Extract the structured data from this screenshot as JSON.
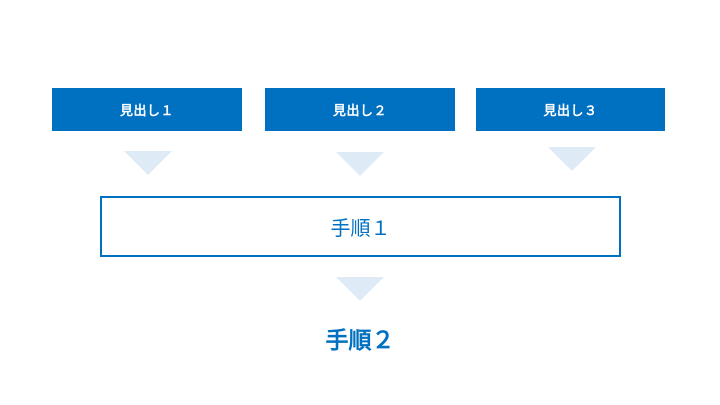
{
  "colors": {
    "accent": "#0070c0",
    "arrow": "#deebf7",
    "background": "#ffffff"
  },
  "headings": [
    {
      "label": "見出し１"
    },
    {
      "label": "見出し２"
    },
    {
      "label": "見出し３"
    }
  ],
  "steps": {
    "step1": "手順１",
    "step2": "手順２"
  },
  "icons": {
    "down_arrow": "down-triangle-arrow-icon"
  }
}
